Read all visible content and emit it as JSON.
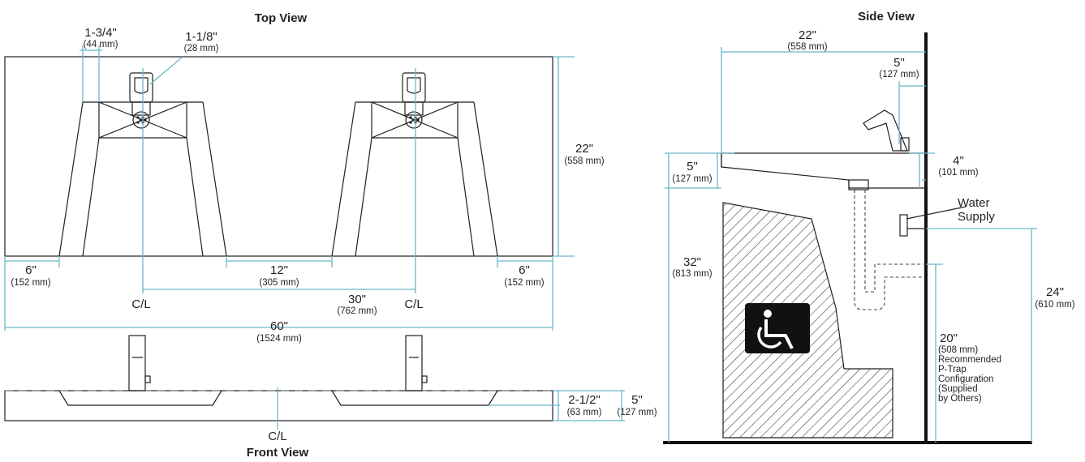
{
  "top_view": {
    "title": "Top View",
    "dims": {
      "d1": "1-3/4\"",
      "d1mm": "(44 mm)",
      "d2": "1-1/8\"",
      "d2mm": "(28 mm)",
      "d3": "22\"",
      "d3mm": "(558 mm)",
      "d4": "6\"",
      "d4mm": "(152 mm)",
      "d5": "12\"",
      "d5mm": "(305 mm)",
      "d6": "6\"",
      "d6mm": "(152 mm)",
      "d7": "30\"",
      "d7mm": "(762 mm)",
      "d8": "60\"",
      "d8mm": "(1524 mm)"
    },
    "centerline_left": "C/L",
    "centerline_right": "C/L"
  },
  "front_view": {
    "title": "Front View",
    "centerline": "C/L",
    "dims": {
      "d1": "2-1/2\"",
      "d1mm": "(63 mm)",
      "d2": "5\"",
      "d2mm": "(127 mm)"
    }
  },
  "side_view": {
    "title": "Side View",
    "dims": {
      "d1": "22\"",
      "d1mm": "(558 mm)",
      "d2": "5\"",
      "d2mm": "(127 mm)",
      "d3": "4\"",
      "d3mm": "(101 mm)",
      "d4": "5\"",
      "d4mm": "(127 mm)",
      "d5": "32\"",
      "d5mm": "(813 mm)",
      "d6": "24\"",
      "d6mm": "(610 mm)",
      "d7": "20\"",
      "d7mm": "(508 mm)"
    },
    "water_supply_1": "Water",
    "water_supply_2": "Supply",
    "ptrap_note": [
      "Recommended",
      "P-Trap",
      "Configuration",
      "(Supplied",
      "by Others)"
    ],
    "accessibility_icon": "wheelchair-icon"
  }
}
